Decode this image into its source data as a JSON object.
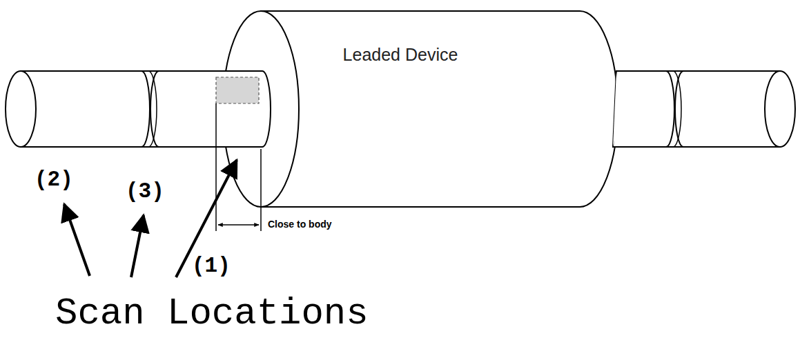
{
  "diagram": {
    "nodes": [
      {
        "text": [
          "Leaded Device"
        ]
      }
    ],
    "labels": [
      "(2)",
      "(3)",
      "(1)",
      "Close to body",
      "Scan Locations"
    ]
  }
}
